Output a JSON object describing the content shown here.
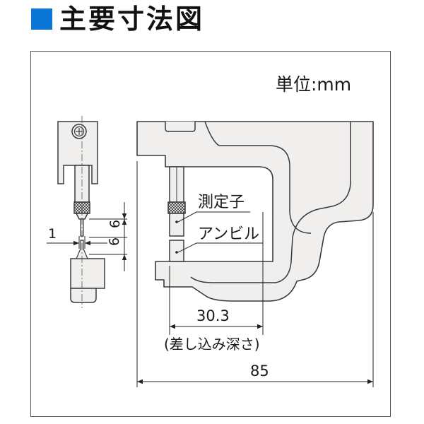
{
  "header": {
    "title": "主要寸法図",
    "accent_color": "#0b76d6"
  },
  "diagram": {
    "unit_label": "単位:mm",
    "labels": {
      "contact_point": "測定子",
      "anvil": "アンビル"
    },
    "dimensions": {
      "side_gap": "1",
      "side_upper": "6",
      "side_lower": "6",
      "throat_depth": "30.3",
      "throat_depth_note": "(差し込み深さ)",
      "overall_width": "85"
    },
    "colors": {
      "body_fill": "#f0efee",
      "outline": "#3a3a3a",
      "dimension_line": "#222222"
    }
  }
}
